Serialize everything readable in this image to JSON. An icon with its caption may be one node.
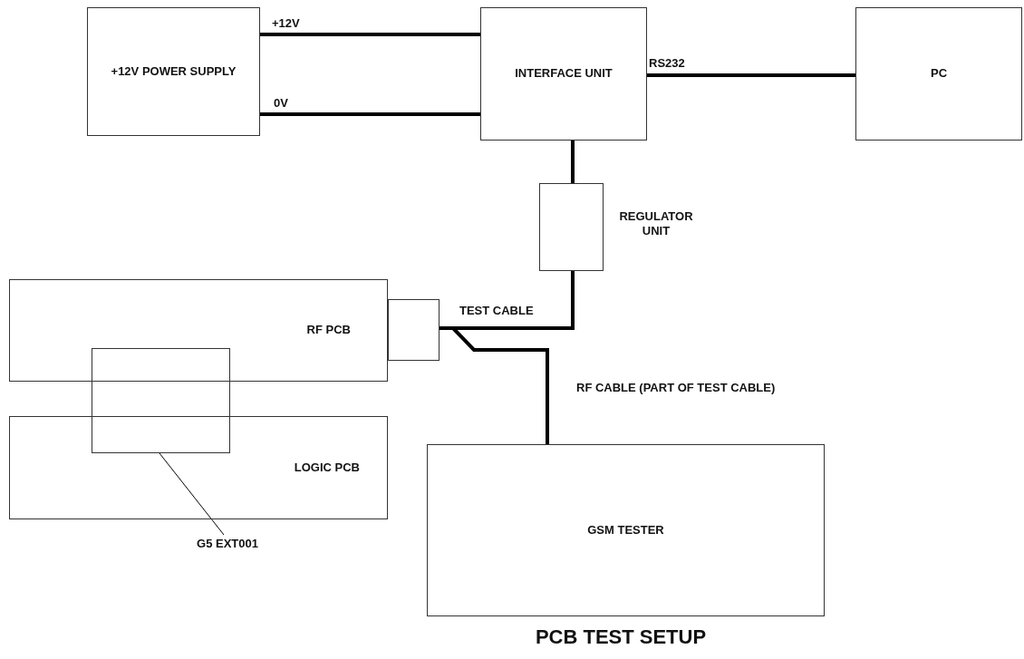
{
  "diagram": {
    "title": "PCB TEST SETUP",
    "nodes": [
      {
        "text": [
          "+12V POWER SUPPLY"
        ]
      },
      {
        "text": [
          "INTERFACE UNIT"
        ]
      },
      {
        "text": [
          "PC"
        ]
      },
      {
        "text": [
          "REGULATOR UNIT"
        ]
      },
      {
        "text": [
          "RF PCB"
        ]
      },
      {
        "text": [],
        "shape": "box"
      },
      {
        "text": [
          "LOGIC PCB"
        ]
      },
      {
        "text": [],
        "shape": "box"
      },
      {
        "text": [
          "GSM TESTER"
        ]
      },
      {
        "text": [
          "G5 EXT001"
        ]
      }
    ],
    "edges": [
      {
        "from": 0,
        "to": 1,
        "arrow": "none",
        "label": "+12V"
      },
      {
        "from": 0,
        "to": 1,
        "arrow": "none",
        "label": "0V"
      },
      {
        "from": 1,
        "to": 2,
        "arrow": "none",
        "label": "RS232"
      },
      {
        "from": 1,
        "to": 3,
        "arrow": "none"
      },
      {
        "from": 3,
        "to": 5,
        "arrow": "none",
        "label": "TEST CABLE"
      },
      {
        "from": 5,
        "to": 8,
        "arrow": "none",
        "label": "RF CABLE (PART OF TEST CABLE)"
      },
      {
        "from": 9,
        "to": 7,
        "arrow": "none"
      }
    ]
  }
}
